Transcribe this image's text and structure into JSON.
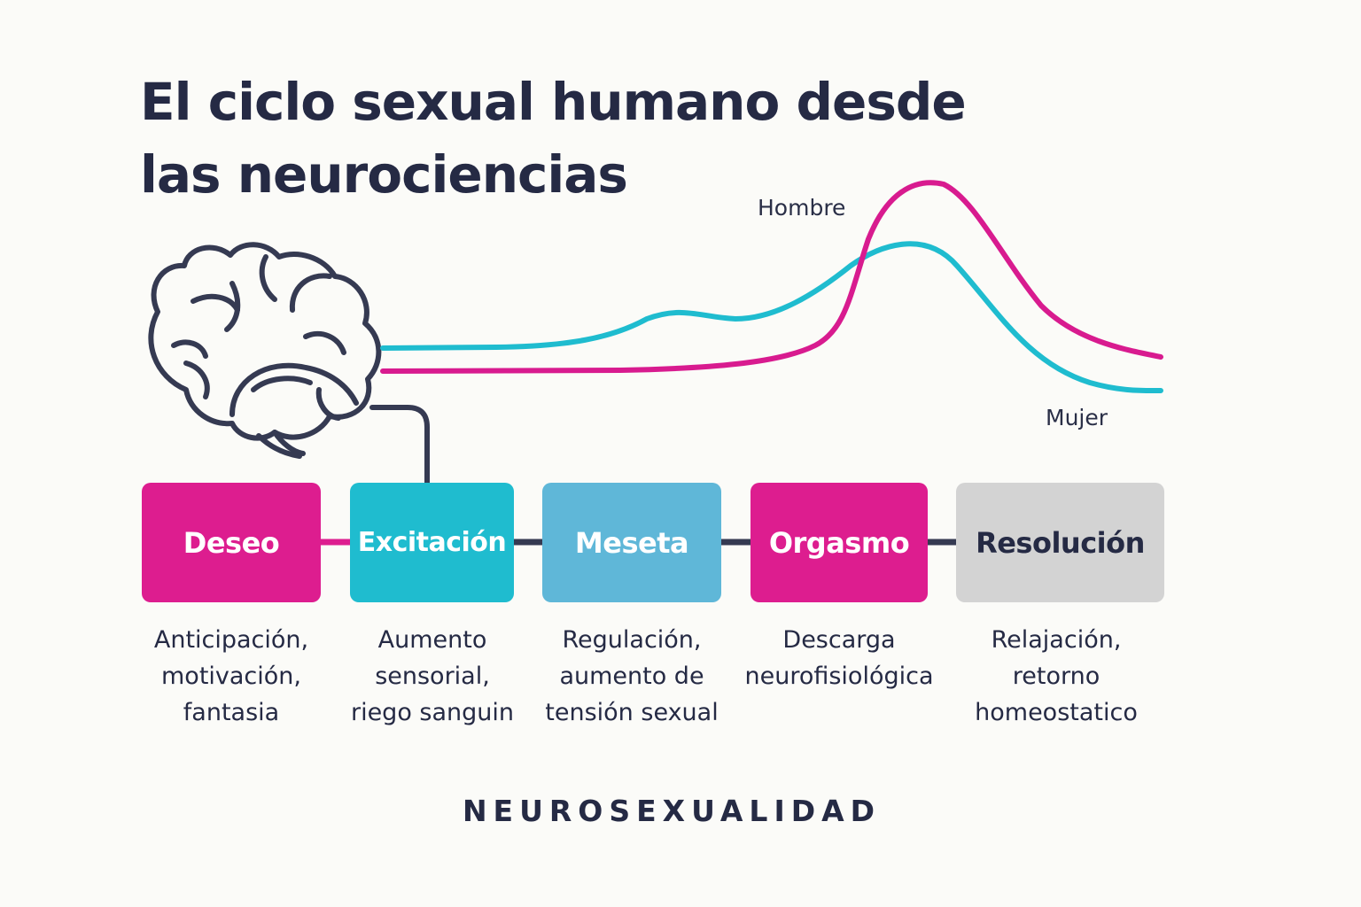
{
  "title": {
    "line1": "El ciclo sexual humano desde",
    "line2": "las neurociencias"
  },
  "icon": "brain-icon",
  "curves": {
    "hombre": {
      "label": "Hombre",
      "color": "#d81b8f"
    },
    "mujer": {
      "label": "Mujer",
      "color": "#1fbccf"
    }
  },
  "stages": [
    {
      "name": "Deseo",
      "color": "#dd1d8f",
      "text_color": "#ffffff",
      "description": [
        "Anticipación,",
        "motivación,",
        "fantasia"
      ]
    },
    {
      "name": "Excitación",
      "color": "#1fbccf",
      "text_color": "#ffffff",
      "description": [
        "Aumento",
        "sensorial,",
        "riego sanguin"
      ]
    },
    {
      "name": "Meseta",
      "color": "#5fb7d8",
      "text_color": "#ffffff",
      "description": [
        "Regulación,",
        "aumento de",
        "tensión sexual"
      ]
    },
    {
      "name": "Orgasmo",
      "color": "#dd1d8f",
      "text_color": "#ffffff",
      "description": [
        "Descarga",
        "neurofisiológica"
      ]
    },
    {
      "name": "Resolución",
      "color": "#d3d3d3",
      "text_color": "#252a44",
      "description": [
        "Relajación,",
        "retorno",
        "homeostatico"
      ]
    }
  ],
  "footer": "NEUROSEXUALIDAD"
}
